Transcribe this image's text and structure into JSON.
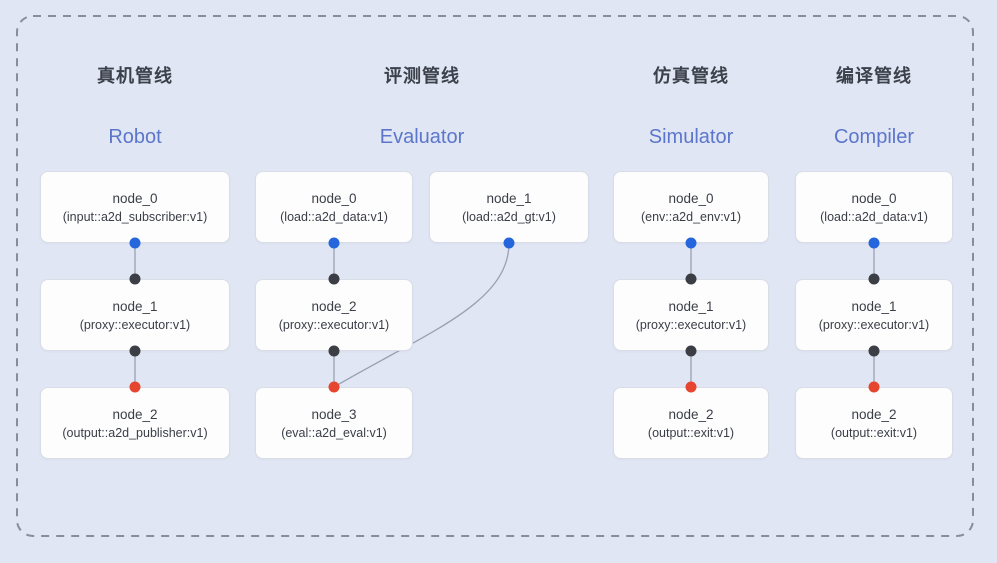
{
  "diagram_title": "pipeline-graphs",
  "colors": {
    "background": "#e1e6f4",
    "dashed_border": "#878d9a",
    "card_bg": "#fdfdfe",
    "card_border": "#d9dde5",
    "title_zh": "#3c414b",
    "title_en": "#5b76ca",
    "node_text": "#3a3e46",
    "connector": "#98a1b2",
    "port_blue": "#2566dc",
    "port_dark": "#3b3e44",
    "port_red": "#e64530"
  },
  "pipelines": [
    {
      "id": "robot",
      "title_zh": "真机管线",
      "title_en": "Robot",
      "nodes": [
        {
          "name": "node_0",
          "type": "(input::a2d_subscriber:v1)"
        },
        {
          "name": "node_1",
          "type": "(proxy::executor:v1)"
        },
        {
          "name": "node_2",
          "type": "(output::a2d_publisher:v1)"
        }
      ]
    },
    {
      "id": "evaluator",
      "title_zh": "评测管线",
      "title_en": "Evaluator",
      "nodes": [
        {
          "name": "node_0",
          "type": "(load::a2d_data:v1)"
        },
        {
          "name": "node_1",
          "type": "(load::a2d_gt:v1)"
        },
        {
          "name": "node_2",
          "type": "(proxy::executor:v1)"
        },
        {
          "name": "node_3",
          "type": "(eval::a2d_eval:v1)"
        }
      ]
    },
    {
      "id": "simulator",
      "title_zh": "仿真管线",
      "title_en": "Simulator",
      "nodes": [
        {
          "name": "node_0",
          "type": "(env::a2d_env:v1)"
        },
        {
          "name": "node_1",
          "type": "(proxy::executor:v1)"
        },
        {
          "name": "node_2",
          "type": "(output::exit:v1)"
        }
      ]
    },
    {
      "id": "compiler",
      "title_zh": "编译管线",
      "title_en": "Compiler",
      "nodes": [
        {
          "name": "node_0",
          "type": "(load::a2d_data:v1)"
        },
        {
          "name": "node_1",
          "type": "(proxy::executor:v1)"
        },
        {
          "name": "node_2",
          "type": "(output::exit:v1)"
        }
      ]
    }
  ],
  "connections": [
    {
      "from": "robot.node_0",
      "to": "robot.node_1"
    },
    {
      "from": "robot.node_1",
      "to": "robot.node_2"
    },
    {
      "from": "evaluator.node_0",
      "to": "evaluator.node_2"
    },
    {
      "from": "evaluator.node_1",
      "to": "evaluator.node_3"
    },
    {
      "from": "evaluator.node_2",
      "to": "evaluator.node_3"
    },
    {
      "from": "simulator.node_0",
      "to": "simulator.node_1"
    },
    {
      "from": "simulator.node_1",
      "to": "simulator.node_2"
    },
    {
      "from": "compiler.node_0",
      "to": "compiler.node_1"
    },
    {
      "from": "compiler.node_1",
      "to": "compiler.node_2"
    }
  ]
}
